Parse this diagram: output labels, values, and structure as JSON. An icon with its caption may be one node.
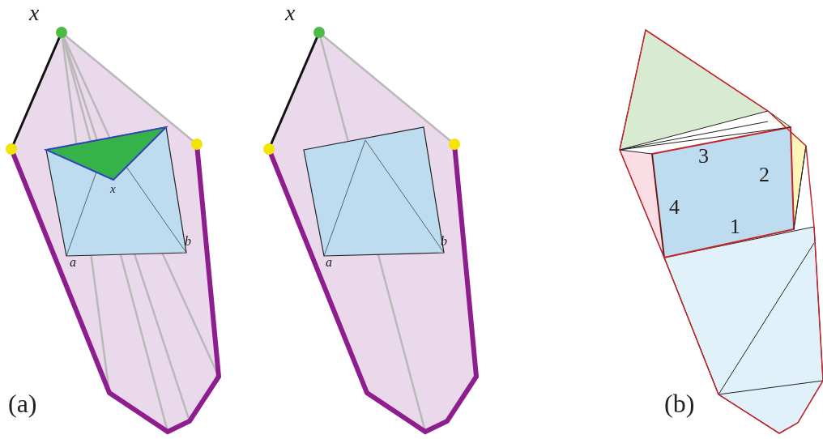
{
  "diagram": {
    "labels": [
      "x",
      "x",
      "3",
      "2",
      "x",
      "4",
      "1",
      "b",
      "b",
      "a",
      "a",
      "(a)",
      "(b)"
    ]
  }
}
